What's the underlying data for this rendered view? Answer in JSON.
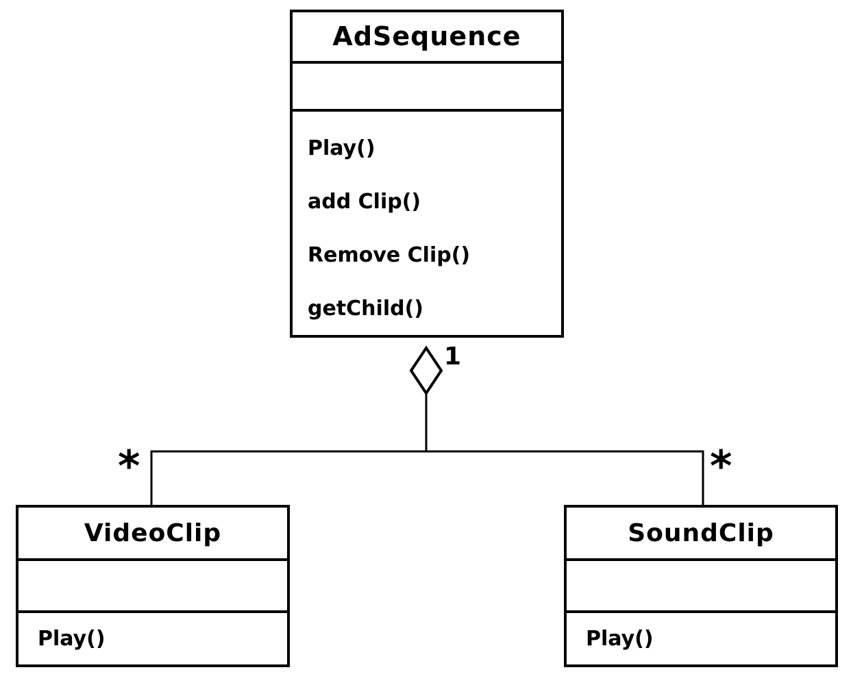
{
  "classes": [
    {
      "name": "AdSequence",
      "attributes": [],
      "methods": [
        "Play()",
        "add Clip()",
        "Remove Clip()",
        "getChild()"
      ]
    },
    {
      "name": "VideoClip",
      "attributes": [],
      "methods": [
        "Play()"
      ]
    },
    {
      "name": "SoundClip",
      "attributes": [],
      "methods": [
        "Play()"
      ]
    }
  ],
  "relation": {
    "type": "aggregation",
    "parent": "AdSequence",
    "parent_multiplicity": "1",
    "children": [
      {
        "class": "VideoClip",
        "multiplicity": "*"
      },
      {
        "class": "SoundClip",
        "multiplicity": "*"
      }
    ]
  },
  "colors": {
    "stroke": "#000000",
    "background": "#ffffff"
  }
}
